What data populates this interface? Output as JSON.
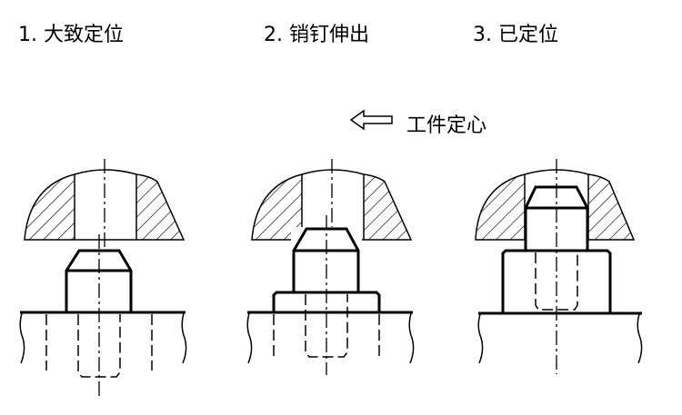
{
  "steps": [
    {
      "label": "1. 大致定位"
    },
    {
      "label": "2. 销钉伸出"
    },
    {
      "label": "3. 已定位"
    }
  ],
  "annotation": {
    "label": "工件定心",
    "icon": "arrow-left-outline-icon"
  }
}
